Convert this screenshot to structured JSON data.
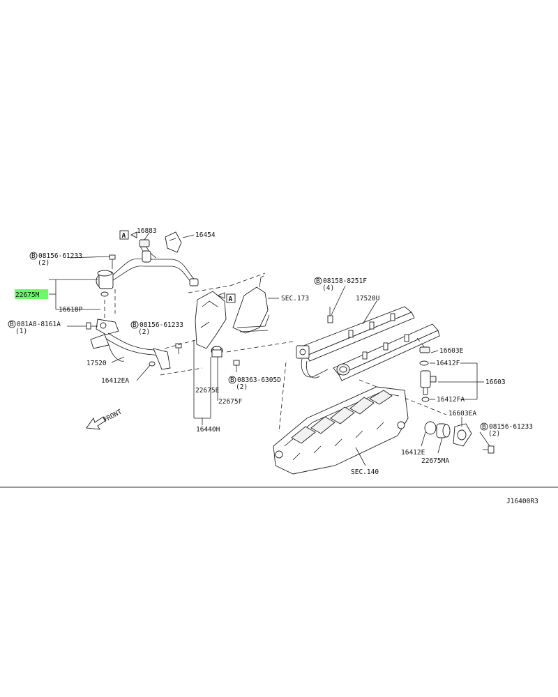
{
  "diagram": {
    "code": "J16400R3",
    "highlighted_part": "22675M",
    "highlight_color": "#66ff66",
    "front_label": "FRONT",
    "ref_marker": "A",
    "bolt_prefix": "B",
    "parts": {
      "p16883": "16883",
      "p16454": "16454",
      "bolt1": "08156-61233",
      "bolt1_qty": "(2)",
      "p22675M": "22675M",
      "p16618P": "16618P",
      "bolt2": "081A8-8161A",
      "bolt2_qty": "(1)",
      "bolt3": "08156-61233",
      "bolt3_qty": "(2)",
      "p17520": "17520",
      "p16412EA": "16412EA",
      "p22675E": "22675E",
      "p22675F": "22675F",
      "p16440H": "16440H",
      "bolt4": "08363-6305D",
      "bolt4_qty": "(2)",
      "sec173": "SEC.173",
      "bolt5": "08158-8251F",
      "bolt5_qty": "(4)",
      "p17520U": "17520U",
      "p16603E": "16603E",
      "p16412F": "16412F",
      "p16603": "16603",
      "p16412FA": "16412FA",
      "p16603EA": "16603EA",
      "bolt6": "08156-61233",
      "bolt6_qty": "(2)",
      "p16412E": "16412E",
      "p22675MA": "22675MA",
      "sec140": "SEC.140"
    }
  }
}
